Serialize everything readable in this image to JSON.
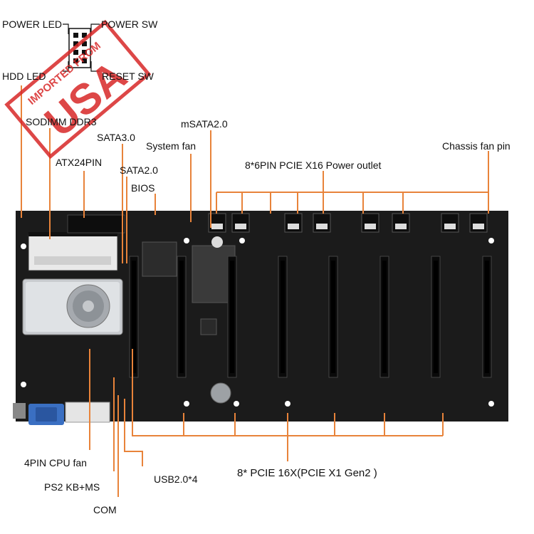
{
  "labels": {
    "power_led": "POWER LED",
    "power_sw": "POWER SW",
    "hdd_led": "HDD  LED",
    "reset_sw": "RESET SW",
    "sodimm": "SODIMM DDR3",
    "sata3": "SATA3.0",
    "atx24": "ATX24PIN",
    "system_fan": "System fan",
    "msata": "mSATA2.0",
    "sata2": "SATA2.0",
    "bios": "BIOS",
    "pcie_power": "8*6PIN PCIE X16 Power outlet",
    "chassis_fan": "Chassis fan pin",
    "cpu_fan": "4PIN CPU  fan",
    "ps2": "PS2 KB+MS",
    "com": "COM",
    "usb": "USB2.0*4",
    "pcie_slots": "8* PCIE 16X(PCIE X1 Gen2 )"
  },
  "watermark": {
    "line1": "IMPORTED FROM",
    "line2": "USA"
  },
  "board": {
    "slot_count": 8,
    "power_connector_count": 8
  },
  "colors": {
    "callout": "#e8833a",
    "board": "#1b1b1b",
    "slot": "#0a0a0a",
    "heatsink": "#c9ccd0",
    "watermark": "#d82828"
  }
}
